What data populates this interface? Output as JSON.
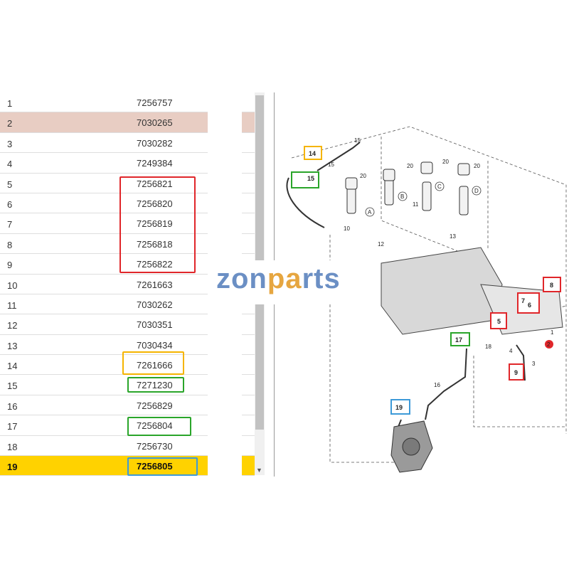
{
  "parts_table": {
    "rows": [
      {
        "num": "1",
        "part": "7256757"
      },
      {
        "num": "2",
        "part": "7030265"
      },
      {
        "num": "3",
        "part": "7030282"
      },
      {
        "num": "4",
        "part": "7249384"
      },
      {
        "num": "5",
        "part": "7256821"
      },
      {
        "num": "6",
        "part": "7256820"
      },
      {
        "num": "7",
        "part": "7256819"
      },
      {
        "num": "8",
        "part": "7256818"
      },
      {
        "num": "9",
        "part": "7256822"
      },
      {
        "num": "10",
        "part": "7261663"
      },
      {
        "num": "11",
        "part": "7030262"
      },
      {
        "num": "12",
        "part": "7030351"
      },
      {
        "num": "13",
        "part": "7030434"
      },
      {
        "num": "14",
        "part": "7261666"
      },
      {
        "num": "15",
        "part": "7271230"
      },
      {
        "num": "16",
        "part": "7256829"
      },
      {
        "num": "17",
        "part": "7256804"
      },
      {
        "num": "18",
        "part": "7256730"
      },
      {
        "num": "19",
        "part": "7256805"
      }
    ],
    "highlight_pink_row": "2",
    "highlight_yellow_row": "19"
  },
  "watermark": {
    "part_a": "zon",
    "part_b": "pa",
    "part_c": "rts"
  },
  "diagram": {
    "callouts": [
      "14",
      "15",
      "17",
      "19",
      "5",
      "7",
      "6",
      "8",
      "9"
    ],
    "labels": [
      "15",
      "15",
      "20",
      "20",
      "20",
      "20",
      "A",
      "B",
      "C",
      "D",
      "10",
      "11",
      "12",
      "13",
      "1",
      "2",
      "3",
      "4",
      "16",
      "18"
    ]
  },
  "colors": {
    "red": "#e0262a",
    "orange": "#f5b400",
    "green": "#2aa52a",
    "blue": "#3d9ad8",
    "pink_highlight": "#e8cdc3",
    "yellow_highlight": "#ffd200"
  }
}
